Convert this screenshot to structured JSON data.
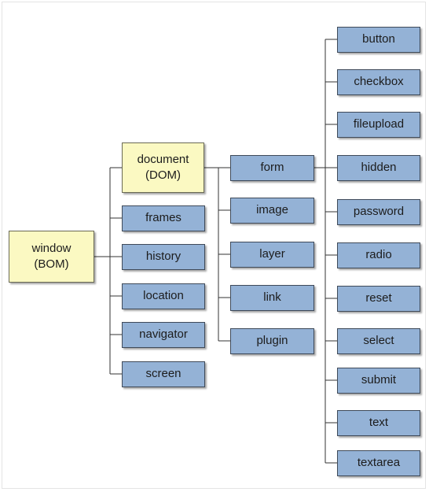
{
  "diagram": {
    "colors": {
      "object_fill": "#94b2d6",
      "root_fill": "#fbf9c2",
      "connector": "#333333"
    },
    "root": "window\n(BOM)",
    "bom_children": [
      "document\n(DOM)",
      "frames",
      "history",
      "location",
      "navigator",
      "screen"
    ],
    "dom_children": [
      "form",
      "image",
      "layer",
      "link",
      "plugin"
    ],
    "form_elements": [
      "button",
      "checkbox",
      "fileupload",
      "hidden",
      "password",
      "radio",
      "reset",
      "select",
      "submit",
      "text",
      "textarea"
    ]
  }
}
